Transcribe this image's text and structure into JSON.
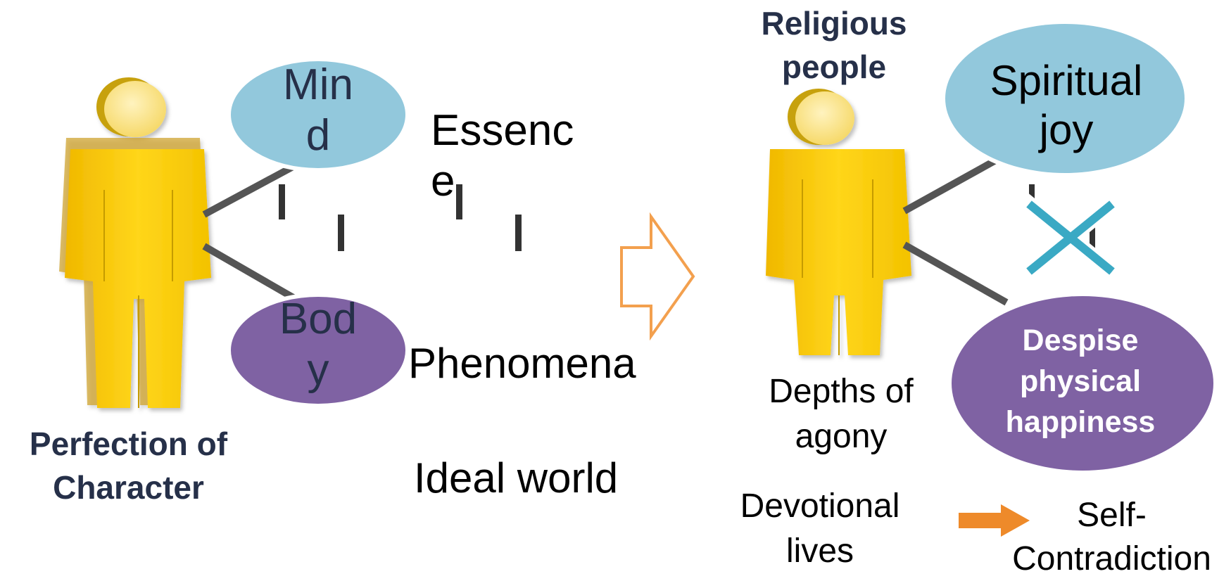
{
  "left": {
    "caption": "Perfection of Character",
    "mind": "Mind",
    "body": "Body",
    "essence": "Essence",
    "phenomena": "Phenomena",
    "ideal_world": "Ideal world"
  },
  "right": {
    "caption": "Religious people",
    "spiritual_joy": "Spiritual joy",
    "despise": "Despise physical happiness",
    "depths": "Depths of agony",
    "devotional": "Devotional lives",
    "self_contradiction": "Self-Contradiction"
  },
  "colors": {
    "figure": "#f7cd0f",
    "figure_head": "#fbe58a",
    "ellipse_blue": "#92c8dc",
    "ellipse_purple": "#7f62a3",
    "title_navy": "#263049",
    "arrow_outline": "#f3a04e",
    "arrow_orange": "#ee8a2a",
    "cross": "#3aa9c4",
    "connector": "#555555"
  }
}
